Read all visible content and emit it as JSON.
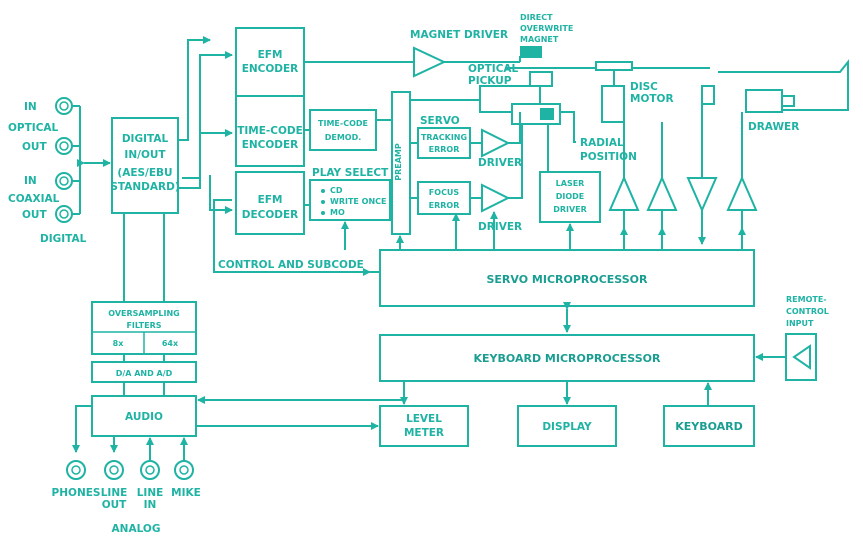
{
  "colors": {
    "accent": "#1fb3a4"
  },
  "blocks": {
    "efm_encoder": [
      "EFM",
      "ENCODER"
    ],
    "time_code_encoder": [
      "TIME-CODE",
      "ENCODER"
    ],
    "efm_decoder": [
      "EFM",
      "DECODER"
    ],
    "time_code_demod": [
      "TIME-CODE",
      "DEMOD."
    ],
    "play_select": "PLAY SELECT",
    "play_select_options": [
      "CD",
      "WRITE ONCE",
      "MO"
    ],
    "preamp": "PREAMP",
    "tracking_error": [
      "TRACKING",
      "ERROR"
    ],
    "focus_error": [
      "FOCUS",
      "ERROR"
    ],
    "laser_diode_driver": [
      "LASER",
      "DIODE",
      "DRIVER"
    ],
    "digital_io": [
      "DIGITAL",
      "IN/OUT",
      "(AES/EBU",
      "STANDARD)"
    ],
    "oversampling": [
      "OVERSAMPLING",
      "FILTERS"
    ],
    "oversampling_8x": "8x",
    "oversampling_64x": "64x",
    "da_ad": "D/A AND A/D",
    "audio": "AUDIO",
    "level_meter": [
      "LEVEL",
      "METER"
    ],
    "display": "DISPLAY",
    "keyboard": "KEYBOARD",
    "servo_mp": "SERVO MICROPROCESSOR",
    "keyboard_mp": "KEYBOARD MICROPROCESSOR"
  },
  "labels": {
    "magnet_driver": "MAGNET DRIVER",
    "direct_overwrite_magnet": [
      "DIRECT",
      "OVERWRITE",
      "MAGNET"
    ],
    "optical_pickup": [
      "OPTICAL",
      "PICKUP"
    ],
    "disc_motor": [
      "DISC",
      "MOTOR"
    ],
    "servo": "SERVO",
    "radial_position": [
      "RADIAL",
      "POSITION"
    ],
    "drawer": "DRAWER",
    "driver1": "DRIVER",
    "driver2": "DRIVER",
    "remote_control_input": [
      "REMOTE-",
      "CONTROL",
      "INPUT"
    ],
    "control_and_subcode": "CONTROL AND SUBCODE",
    "in_optical": "IN",
    "optical": "OPTICAL",
    "out_optical": "OUT",
    "in_coaxial": "IN",
    "coaxial": "COAXIAL",
    "out_coaxial": "OUT",
    "digital": "DIGITAL",
    "phones": "PHONES",
    "line_out": [
      "LINE",
      "OUT"
    ],
    "line_in": [
      "LINE",
      "IN"
    ],
    "mike": "MIKE",
    "analog": "ANALOG"
  }
}
